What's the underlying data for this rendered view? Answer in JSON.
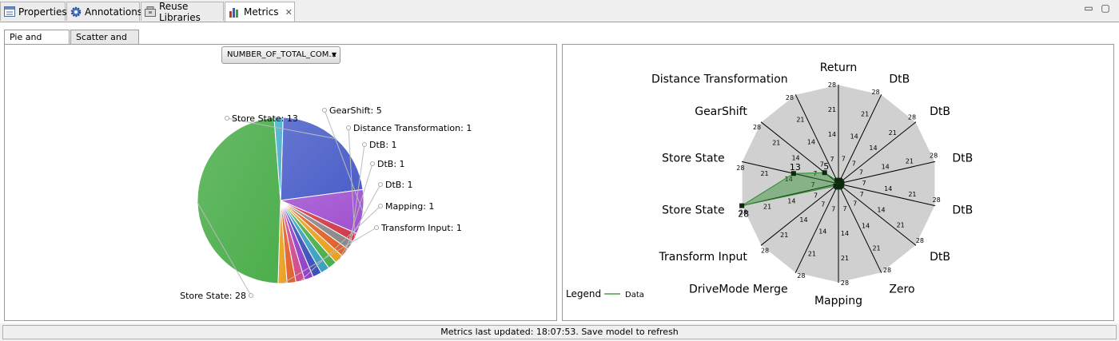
{
  "view_tabs": [
    {
      "label": "Properties",
      "icon": "properties-icon"
    },
    {
      "label": "Annotations",
      "icon": "annotations-gear-icon"
    },
    {
      "label": "Reuse Libraries",
      "icon": "library-icon"
    },
    {
      "label": "Metrics",
      "icon": "bar-chart-icon",
      "active": true
    }
  ],
  "chart_tabs": [
    {
      "label": "Pie and Spider",
      "active": true
    },
    {
      "label": "Scatter and Bar",
      "active": false
    }
  ],
  "metric_selector": {
    "value": "NUMBER_OF_TOTAL_COM..."
  },
  "status_text": "Metrics last updated: 18:07:53. Save model to refresh",
  "colors": {
    "accent": "#2e8b2e",
    "spider_fill": "#d0d0d0"
  },
  "chart_data": [
    {
      "type": "pie",
      "categories": [
        "Store State",
        "GearShift",
        "Distance Transformation",
        "DtB",
        "DtB",
        "DtB",
        "DtB",
        "DtB",
        "DtB",
        "Zero",
        "Mapping",
        "DriveMode Merge",
        "Transform Input",
        "Store State",
        "Return"
      ],
      "values": [
        13,
        5,
        1,
        1,
        1,
        1,
        1,
        1,
        1,
        1,
        1,
        1,
        1,
        28,
        1
      ],
      "colors": [
        "#4a5ec9",
        "#a050d0",
        "#d03a4a",
        "#888888",
        "#e0602a",
        "#e8a020",
        "#4cae4c",
        "#3aa0c0",
        "#3a50b8",
        "#9040c8",
        "#d04a8a",
        "#e0602a",
        "#e8a020",
        "#4cae4c",
        "#4ab0cc"
      ],
      "labels_shown": [
        "Store State: 13",
        "GearShift: 5",
        "Distance Transformation: 1",
        "DtB: 1",
        "DtB: 1",
        "DtB: 1",
        "Mapping: 1",
        "Transform Input: 1",
        "Store State: 28"
      ],
      "label_index": [
        0,
        1,
        2,
        3,
        4,
        5,
        10,
        12,
        13
      ]
    },
    {
      "type": "radar",
      "axes": [
        "Return",
        "DtB",
        "DtB",
        "DtB",
        "DtB",
        "DtB",
        "Zero",
        "Mapping",
        "DriveMode Merge",
        "Transform Input",
        "Store State",
        "Store State",
        "GearShift",
        "Distance Transformation"
      ],
      "values": [
        1,
        1,
        1,
        1,
        1,
        1,
        1,
        1,
        1,
        1,
        28,
        13,
        5,
        1
      ],
      "ticks": [
        7,
        14,
        21,
        28
      ],
      "rmax": 28,
      "value_label_shown": [
        false,
        false,
        false,
        false,
        false,
        false,
        false,
        false,
        false,
        false,
        true,
        true,
        true,
        false
      ],
      "legend": {
        "title": "Legend",
        "series": "Data"
      },
      "legend_placement": "bottom-left"
    }
  ]
}
